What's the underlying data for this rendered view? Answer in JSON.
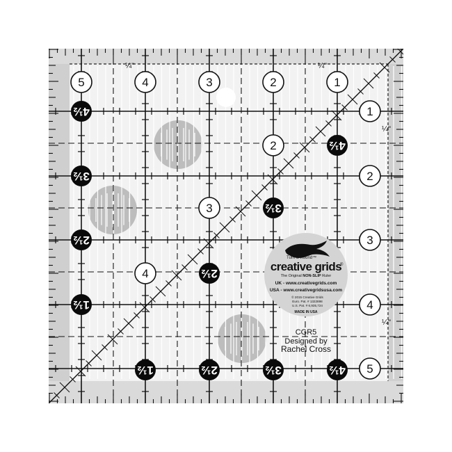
{
  "ruler": {
    "model": "CGR5",
    "designed_by": "Designed by",
    "designer": "Rachel Cross",
    "quarter_mark": "¼\""
  },
  "logo": {
    "tagline": "Turn-a-Round™",
    "brand": "creative grids",
    "brand_mark": "®",
    "subline_prefix": "The Original ",
    "subline_strong": "NON-SLIP",
    "subline_suffix": " Ruler",
    "uk": "UK - www.creativegrids.com",
    "usa": "USA - www.creativegridsusa.com",
    "copyright": "© 2015 Creative Grids",
    "euro_pat": "Euro. Pat. # 1322898",
    "us_pat": "U.S. Pat. # 6,935,724",
    "made_in": "MADE IN USA"
  },
  "labels": {
    "top": [
      "5",
      "4",
      "3",
      "2",
      "1"
    ],
    "right": [
      "1",
      "2",
      "3",
      "4",
      "5"
    ],
    "inner_white": [
      "2",
      "3",
      "4"
    ],
    "half_marks": [
      "4½",
      "3½",
      "2½",
      "1½"
    ]
  },
  "colors": {
    "ruler_clear": "#f2f2f2",
    "edge_gray": "#cfcfcf",
    "grip_gray": "#bdbdbd",
    "line": "#111111",
    "badge_black": "#0a0a0a"
  }
}
